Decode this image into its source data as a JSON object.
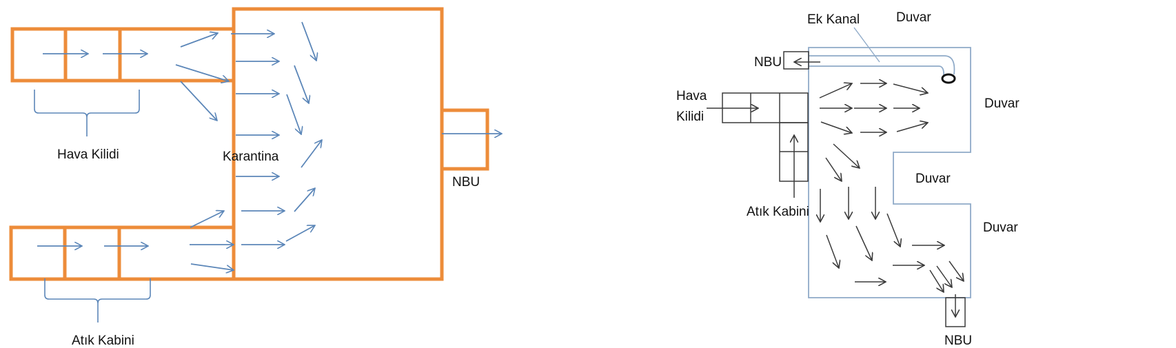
{
  "colors": {
    "orange_wall": "#ED8C3A",
    "blue_arrow": "#5B86B8",
    "blue_wall": "#8FAAC8",
    "black_line": "#3A3A3A",
    "background": "#FFFFFF"
  },
  "left_diagram": {
    "labels": {
      "air_lock": "Hava Kilidi",
      "quarantine": "Karantina",
      "waste_cabin": "Atık Kabini",
      "nbu": "NBU"
    }
  },
  "right_diagram": {
    "labels": {
      "extra_channel": "Ek Kanal",
      "wall_top": "Duvar",
      "wall_right_upper": "Duvar",
      "wall_notch": "Duvar",
      "wall_right_lower": "Duvar",
      "nbu_top": "NBU",
      "nbu_bottom": "NBU",
      "air_lock_line1": "Hava",
      "air_lock_line2": "Kilidi",
      "waste_cabin": "Atık Kabini"
    }
  }
}
